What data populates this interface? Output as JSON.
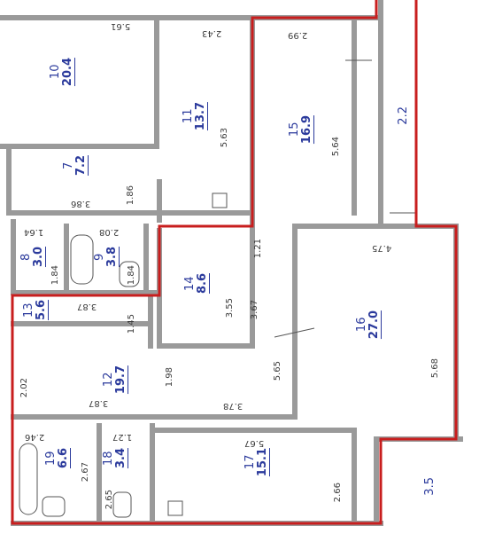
{
  "colors": {
    "wall": "#9a9a9a",
    "outline": "#c81e1e",
    "room_label": "#2b3a9c",
    "dimension": "#3a3a3a"
  },
  "rooms": [
    {
      "id": "10",
      "area": "20.4"
    },
    {
      "id": "11",
      "area": "13.7"
    },
    {
      "id": "15",
      "area": "16.9"
    },
    {
      "id": "7",
      "area": "7.2"
    },
    {
      "id": "8",
      "area": "3.0"
    },
    {
      "id": "9",
      "area": "3.8"
    },
    {
      "id": "14",
      "area": "8.6"
    },
    {
      "id": "16",
      "area": "27.0"
    },
    {
      "id": "13",
      "area": "5.6"
    },
    {
      "id": "12",
      "area": "19.7"
    },
    {
      "id": "19",
      "area": "6.6"
    },
    {
      "id": "18",
      "area": "3.4"
    },
    {
      "id": "17",
      "area": "15.1"
    }
  ],
  "extra_labels": [
    "2.2",
    "3.5"
  ],
  "dimensions": [
    "5.61",
    "2.43",
    "2.99",
    "5.63",
    "5.64",
    "3.86",
    "1.86",
    "1.64",
    "2.08",
    "1.84",
    "1.84",
    "1.21",
    "4.75",
    "3.55",
    "3.67",
    "3.87",
    "1.45",
    "5.65",
    "5.68",
    "2.02",
    "1.98",
    "3.87",
    "3.78",
    "2.46",
    "1.27",
    "5.67",
    "2.67",
    "2.65",
    "2.66"
  ]
}
